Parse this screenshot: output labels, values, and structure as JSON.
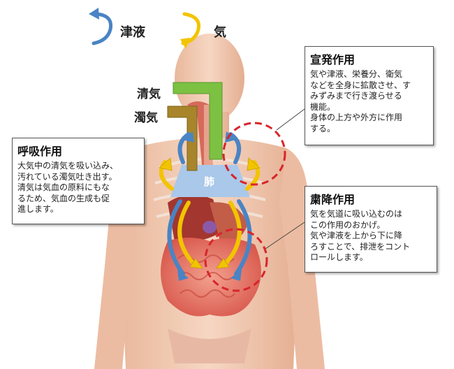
{
  "legend": {
    "body_fluid_label": "津液",
    "qi_label": "気",
    "body_fluid_color": "#4a84c4",
    "qi_color": "#f2c400"
  },
  "labels": {
    "clean_qi": "清気",
    "turbid_qi": "濁気",
    "lung": "肺"
  },
  "colors": {
    "clean_qi_arrow": "#7cc142",
    "turbid_qi_arrow": "#a8852a",
    "lung": "#a9c8ea",
    "callout_circle": "#d9242a"
  },
  "boxes": {
    "dispersing": {
      "title": "宣発作用",
      "lines": [
        "気や津液、栄養分、衛気",
        "などを全身に拡散させ、す",
        "みずみまで行き渡らせる",
        "機能。"
      ],
      "lines2": [
        "身体の上方や外方に作用",
        "する。"
      ]
    },
    "breathing": {
      "title": "呼吸作用",
      "lines": [
        "大気中の清気を吸い込み、",
        "汚れている濁気吐き出す。"
      ],
      "lines2": [
        "清気は気血の原料にもな",
        "るため、気血の生成も促",
        "進します。"
      ]
    },
    "descending": {
      "title": "粛降作用",
      "lines": [
        "気を気道に吸い込むのは",
        "この作用のおかげ。"
      ],
      "lines2": [
        "気や津液を上から下に降",
        "ろすことで、排泄をコント",
        "ロールします。"
      ]
    }
  }
}
